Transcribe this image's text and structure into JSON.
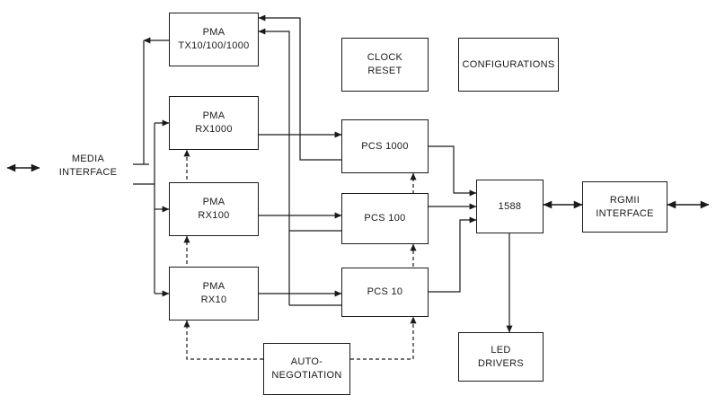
{
  "diagram": {
    "type": "block-diagram",
    "background": "#ffffff",
    "line_color": "#1a1a1a",
    "media_interface": {
      "line1": "MEDIA",
      "line2": "INTERFACE"
    },
    "blocks": {
      "pma_tx": {
        "line1": "PMA",
        "line2": "TX10/100/1000"
      },
      "clock_reset": {
        "line1": "CLOCK",
        "line2": "RESET"
      },
      "configurations": {
        "line1": "CONFIGURATIONS"
      },
      "pma_rx1000": {
        "line1": "PMA",
        "line2": "RX1000"
      },
      "pcs_1000": {
        "line1": "PCS 1000"
      },
      "pma_rx100": {
        "line1": "PMA",
        "line2": "RX100"
      },
      "pcs_100": {
        "line1": "PCS 100"
      },
      "ieee_1588": {
        "line1": "1588"
      },
      "rgmii_interface": {
        "line1": "RGMII",
        "line2": "INTERFACE"
      },
      "pma_rx10": {
        "line1": "PMA",
        "line2": "RX10"
      },
      "pcs_10": {
        "line1": "PCS 10"
      },
      "led_drivers": {
        "line1": "LED",
        "line2": "DRIVERS"
      },
      "auto_negotiation": {
        "line1": "AUTO-",
        "line2": "NEGOTIATION"
      }
    },
    "connections": [
      {
        "from": "external-left",
        "to": "media-interface",
        "style": "solid",
        "direction": "both"
      },
      {
        "from": "pma-tx",
        "to": "media-interface",
        "style": "solid",
        "direction": "one-way"
      },
      {
        "from": "media-interface",
        "to": "pma-rx1000",
        "style": "solid",
        "direction": "one-way"
      },
      {
        "from": "media-interface",
        "to": "pma-rx100",
        "style": "solid",
        "direction": "one-way"
      },
      {
        "from": "media-interface",
        "to": "pma-rx10",
        "style": "solid",
        "direction": "one-way"
      },
      {
        "from": "pma-rx1000",
        "to": "pcs-1000",
        "style": "solid",
        "direction": "one-way"
      },
      {
        "from": "pma-rx100",
        "to": "pcs-100",
        "style": "solid",
        "direction": "one-way"
      },
      {
        "from": "pma-rx10",
        "to": "pcs-10",
        "style": "solid",
        "direction": "one-way"
      },
      {
        "from": "pcs-1000",
        "to": "pma-tx",
        "style": "solid",
        "direction": "one-way"
      },
      {
        "from": "pcs-100",
        "to": "pma-tx",
        "style": "solid",
        "direction": "one-way"
      },
      {
        "from": "pcs-10",
        "to": "pma-tx",
        "style": "solid",
        "direction": "one-way"
      },
      {
        "from": "pcs-1000",
        "to": "1588",
        "style": "solid",
        "direction": "one-way"
      },
      {
        "from": "pcs-100",
        "to": "1588",
        "style": "solid",
        "direction": "one-way"
      },
      {
        "from": "pcs-10",
        "to": "1588",
        "style": "solid",
        "direction": "one-way"
      },
      {
        "from": "1588",
        "to": "rgmii-interface",
        "style": "solid",
        "direction": "both"
      },
      {
        "from": "rgmii-interface",
        "to": "external-right",
        "style": "solid",
        "direction": "both"
      },
      {
        "from": "1588",
        "to": "led-drivers",
        "style": "solid",
        "direction": "one-way"
      },
      {
        "from": "auto-negotiation",
        "to": "pma-rx10",
        "style": "dashed",
        "direction": "one-way"
      },
      {
        "from": "auto-negotiation",
        "to": "pma-rx100",
        "style": "dashed",
        "direction": "one-way"
      },
      {
        "from": "auto-negotiation",
        "to": "pma-rx1000",
        "style": "dashed",
        "direction": "one-way"
      },
      {
        "from": "auto-negotiation",
        "to": "pcs-10",
        "style": "dashed",
        "direction": "one-way"
      },
      {
        "from": "auto-negotiation",
        "to": "pcs-100",
        "style": "dashed",
        "direction": "one-way"
      },
      {
        "from": "auto-negotiation",
        "to": "pcs-1000",
        "style": "dashed",
        "direction": "one-way"
      }
    ]
  }
}
